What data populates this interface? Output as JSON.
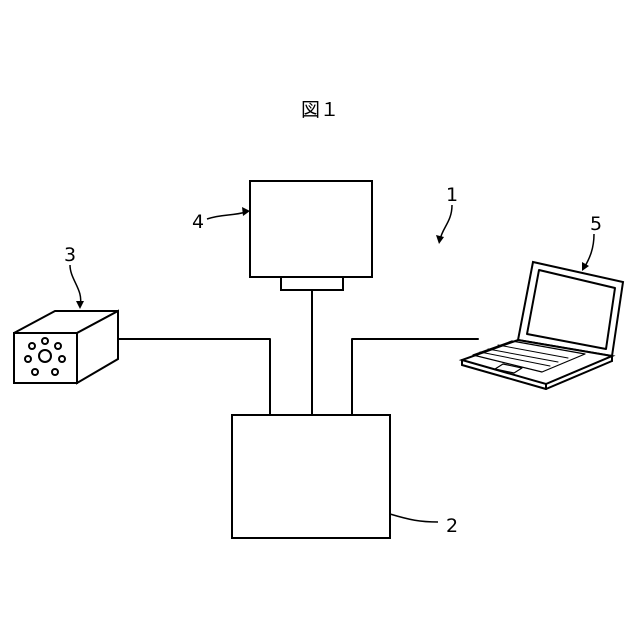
{
  "figure": {
    "title": "図１",
    "labels": {
      "system": "1",
      "controller": "2",
      "camera": "3",
      "projector": "4",
      "laptop": "5"
    }
  }
}
